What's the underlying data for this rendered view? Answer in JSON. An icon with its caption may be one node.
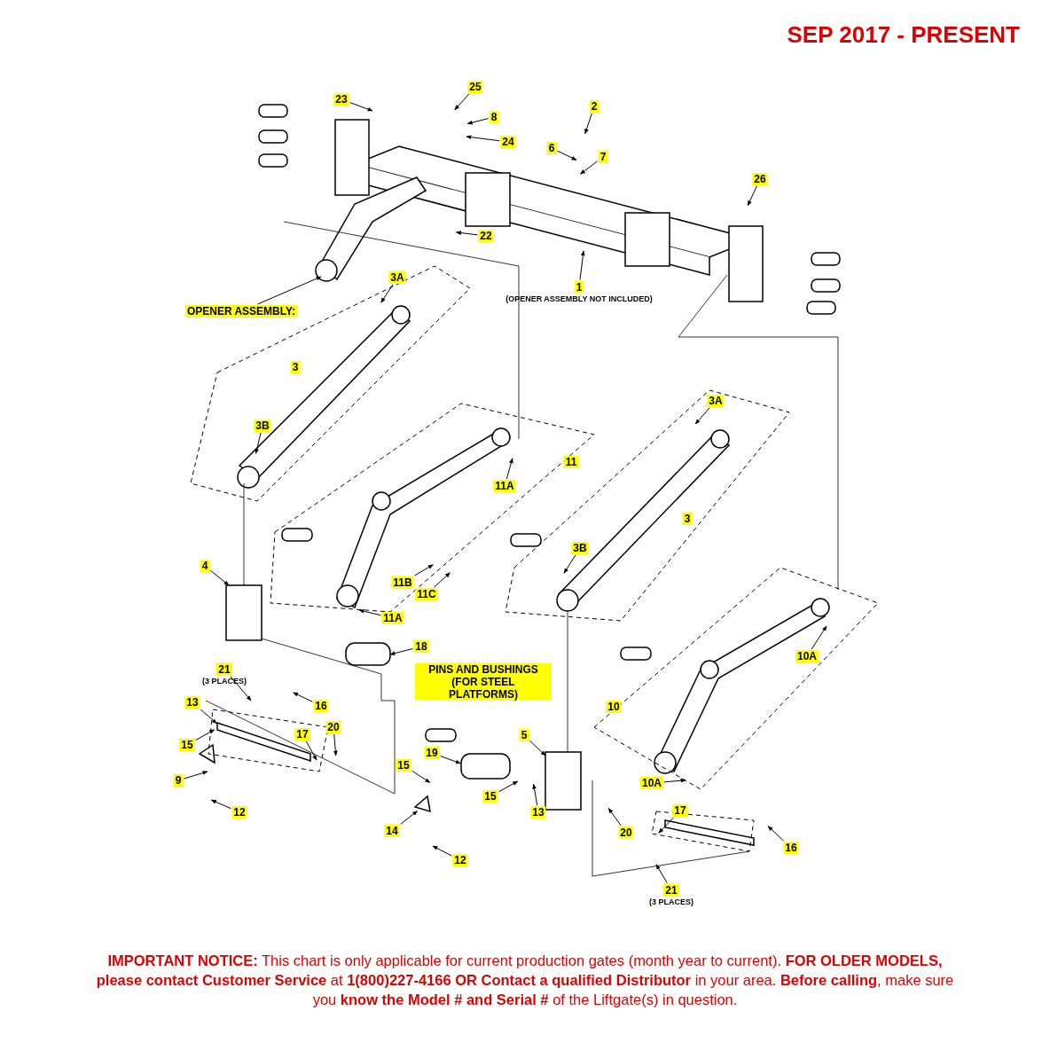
{
  "diagram": {
    "title": "SEP 2017 - PRESENT",
    "caption": "**IMPORTANT NOTICE:** This chart is only applicable for current production gates (month year to current). **FOR OLDER MODELS, please contact Customer Service** at **1(800)227-4166 OR Contact a qualified Distributor** in your area. **Before calling**, make sure you **know the Model # and Serial #** of the Liftgate(s) in question.",
    "nodes": [
      {
        "text": [
          "25"
        ]
      },
      {
        "text": [
          "23"
        ]
      },
      {
        "text": [
          "8"
        ]
      },
      {
        "text": [
          "24"
        ]
      },
      {
        "text": [
          "2"
        ]
      },
      {
        "text": [
          "6"
        ]
      },
      {
        "text": [
          "7"
        ]
      },
      {
        "text": [
          "26"
        ]
      },
      {
        "text": [
          "22"
        ]
      },
      {
        "text": [
          "1"
        ],
        "beside": [
          "(OPENER ASSEMBLY NOT INCLUDED)"
        ]
      },
      {
        "text": [
          "OPENER ASSEMBLY:"
        ]
      },
      {
        "text": [
          "3A"
        ]
      },
      {
        "text": [
          "3"
        ]
      },
      {
        "text": [
          "3B"
        ]
      },
      {
        "text": [
          "11"
        ]
      },
      {
        "text": [
          "11A"
        ]
      },
      {
        "text": [
          "3A"
        ]
      },
      {
        "text": [
          "3"
        ]
      },
      {
        "text": [
          "3B"
        ]
      },
      {
        "text": [
          "4"
        ]
      },
      {
        "text": [
          "11B"
        ]
      },
      {
        "text": [
          "11C"
        ]
      },
      {
        "text": [
          "11A"
        ]
      },
      {
        "text": [
          "18"
        ]
      },
      {
        "text": [
          "PINS AND BUSHINGS (FOR STEEL PLATFORMS)"
        ]
      },
      {
        "text": [
          "10A"
        ]
      },
      {
        "text": [
          "21"
        ],
        "beside": [
          "(3 PLACES)"
        ]
      },
      {
        "text": [
          "16"
        ]
      },
      {
        "text": [
          "13"
        ]
      },
      {
        "text": [
          "10"
        ]
      },
      {
        "text": [
          "17"
        ]
      },
      {
        "text": [
          "20"
        ]
      },
      {
        "text": [
          "15"
        ]
      },
      {
        "text": [
          "9"
        ]
      },
      {
        "text": [
          "5"
        ]
      },
      {
        "text": [
          "15"
        ]
      },
      {
        "text": [
          "19"
        ]
      },
      {
        "text": [
          "10A"
        ]
      },
      {
        "text": [
          "15"
        ]
      },
      {
        "text": [
          "13"
        ]
      },
      {
        "text": [
          "17"
        ]
      },
      {
        "text": [
          "12"
        ]
      },
      {
        "text": [
          "14"
        ]
      },
      {
        "text": [
          "20"
        ]
      },
      {
        "text": [
          "16"
        ]
      },
      {
        "text": [
          "12"
        ]
      },
      {
        "text": [
          "21"
        ],
        "beside": [
          "(3 PLACES)"
        ]
      }
    ],
    "edges": [
      {
        "from": 0,
        "to": null,
        "arrow": "to"
      },
      {
        "from": 1,
        "to": null,
        "arrow": "to"
      },
      {
        "from": 2,
        "to": null,
        "arrow": "to"
      },
      {
        "from": 3,
        "to": null,
        "arrow": "to"
      },
      {
        "from": 4,
        "to": null,
        "arrow": "to"
      },
      {
        "from": 5,
        "to": null,
        "arrow": "to"
      },
      {
        "from": 6,
        "to": null,
        "arrow": "to"
      },
      {
        "from": 7,
        "to": null,
        "arrow": "to"
      },
      {
        "from": 8,
        "to": null,
        "arrow": "to"
      },
      {
        "from": 9,
        "to": null,
        "arrow": "to"
      },
      {
        "from": 10,
        "to": null,
        "arrow": "to"
      },
      {
        "from": 11,
        "to": null,
        "arrow": "to"
      },
      {
        "from": 13,
        "to": null,
        "arrow": "to"
      },
      {
        "from": 15,
        "to": null,
        "arrow": "to"
      },
      {
        "from": 16,
        "to": null,
        "arrow": "to"
      },
      {
        "from": 18,
        "to": null,
        "arrow": "to"
      },
      {
        "from": 19,
        "to": null,
        "arrow": "to"
      },
      {
        "from": 20,
        "to": null,
        "arrow": "to"
      },
      {
        "from": 21,
        "to": null,
        "arrow": "to"
      },
      {
        "from": 22,
        "to": null,
        "arrow": "to"
      },
      {
        "from": 23,
        "to": null,
        "arrow": "to"
      },
      {
        "from": 25,
        "to": null,
        "arrow": "to"
      },
      {
        "from": 26,
        "to": null,
        "arrow": "to"
      },
      {
        "from": 27,
        "to": null,
        "arrow": "to"
      },
      {
        "from": 28,
        "to": null,
        "arrow": "to"
      },
      {
        "from": 30,
        "to": null,
        "arrow": "to"
      },
      {
        "from": 31,
        "to": null,
        "arrow": "to"
      },
      {
        "from": 32,
        "to": null,
        "arrow": "to"
      },
      {
        "from": 33,
        "to": null,
        "arrow": "to"
      },
      {
        "from": 34,
        "to": null,
        "arrow": "to"
      },
      {
        "from": 35,
        "to": null,
        "arrow": "to"
      },
      {
        "from": 36,
        "to": null,
        "arrow": "to"
      },
      {
        "from": 37,
        "to": null,
        "arrow": "to"
      },
      {
        "from": 38,
        "to": null,
        "arrow": "to"
      },
      {
        "from": 39,
        "to": null,
        "arrow": "to"
      },
      {
        "from": 40,
        "to": null,
        "arrow": "to"
      },
      {
        "from": 41,
        "to": null,
        "arrow": "to"
      },
      {
        "from": 42,
        "to": null,
        "arrow": "to"
      },
      {
        "from": 43,
        "to": null,
        "arrow": "to"
      },
      {
        "from": 44,
        "to": null,
        "arrow": "to"
      },
      {
        "from": 45,
        "to": null,
        "arrow": "to"
      },
      {
        "from": 46,
        "to": null,
        "arrow": "to"
      }
    ]
  }
}
